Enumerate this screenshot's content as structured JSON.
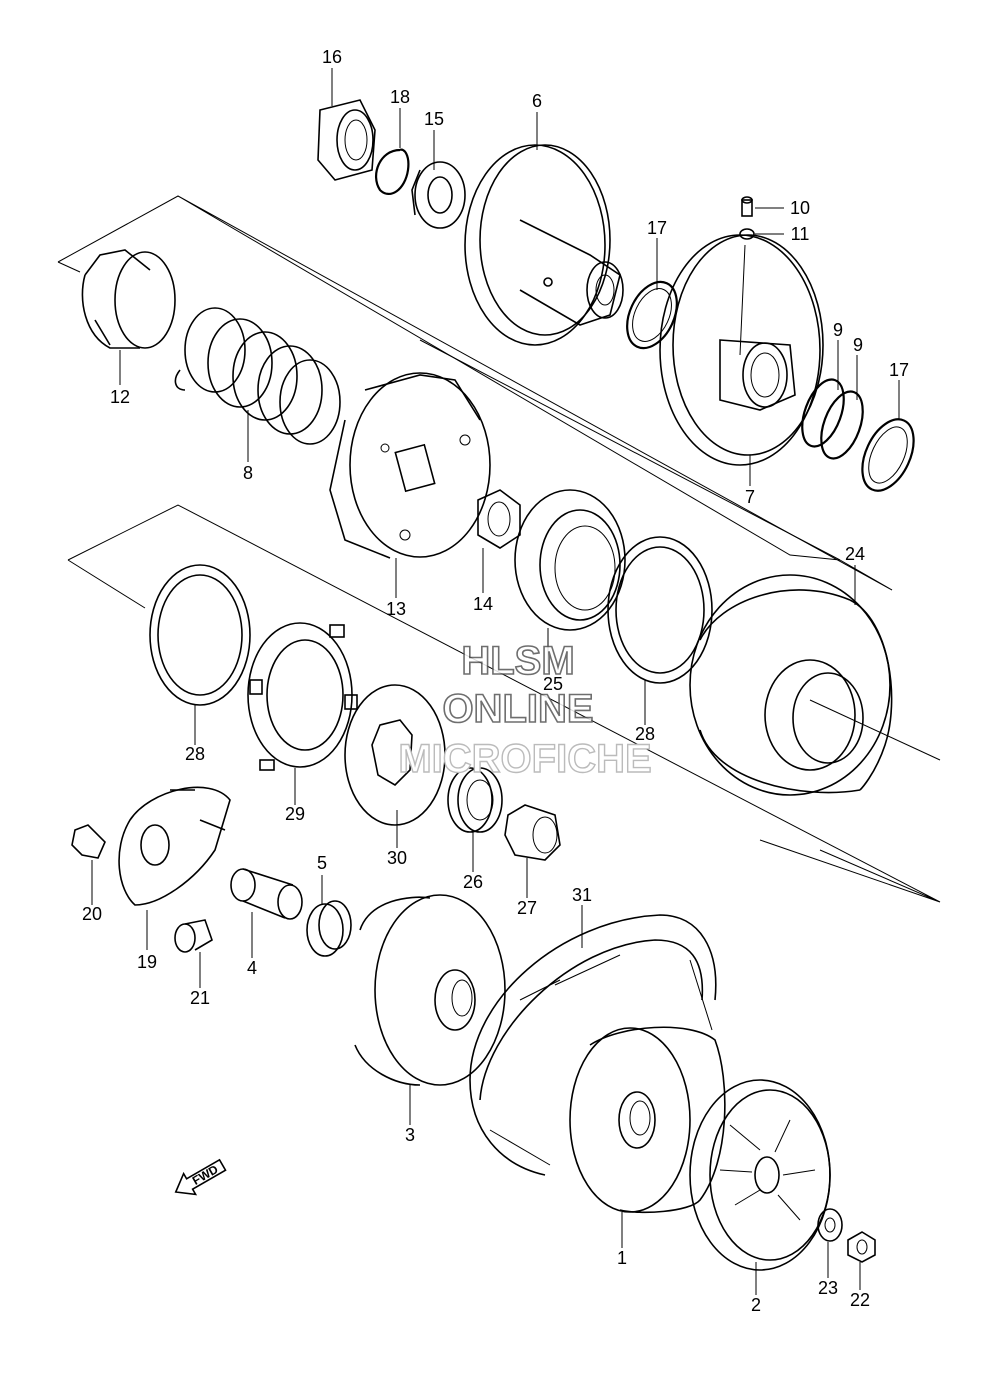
{
  "watermark": {
    "line1": "HLSM",
    "line2": "ONLINE",
    "line3": "MICROFICHE"
  },
  "fwd_label": "FWD",
  "callouts": {
    "p1": "1",
    "p2": "2",
    "p3": "3",
    "p4": "4",
    "p5": "5",
    "p6": "6",
    "p7": "7",
    "p8": "8",
    "p9a": "9",
    "p9b": "9",
    "p10": "10",
    "p11": "11",
    "p12": "12",
    "p13": "13",
    "p14": "14",
    "p15": "15",
    "p16": "16",
    "p17a": "17",
    "p17b": "17",
    "p18": "18",
    "p19": "19",
    "p20": "20",
    "p21": "21",
    "p22": "22",
    "p23": "23",
    "p24": "24",
    "p25": "25",
    "p26": "26",
    "p27": "27",
    "p28a": "28",
    "p28b": "28",
    "p29": "29",
    "p30": "30",
    "p31": "31"
  }
}
